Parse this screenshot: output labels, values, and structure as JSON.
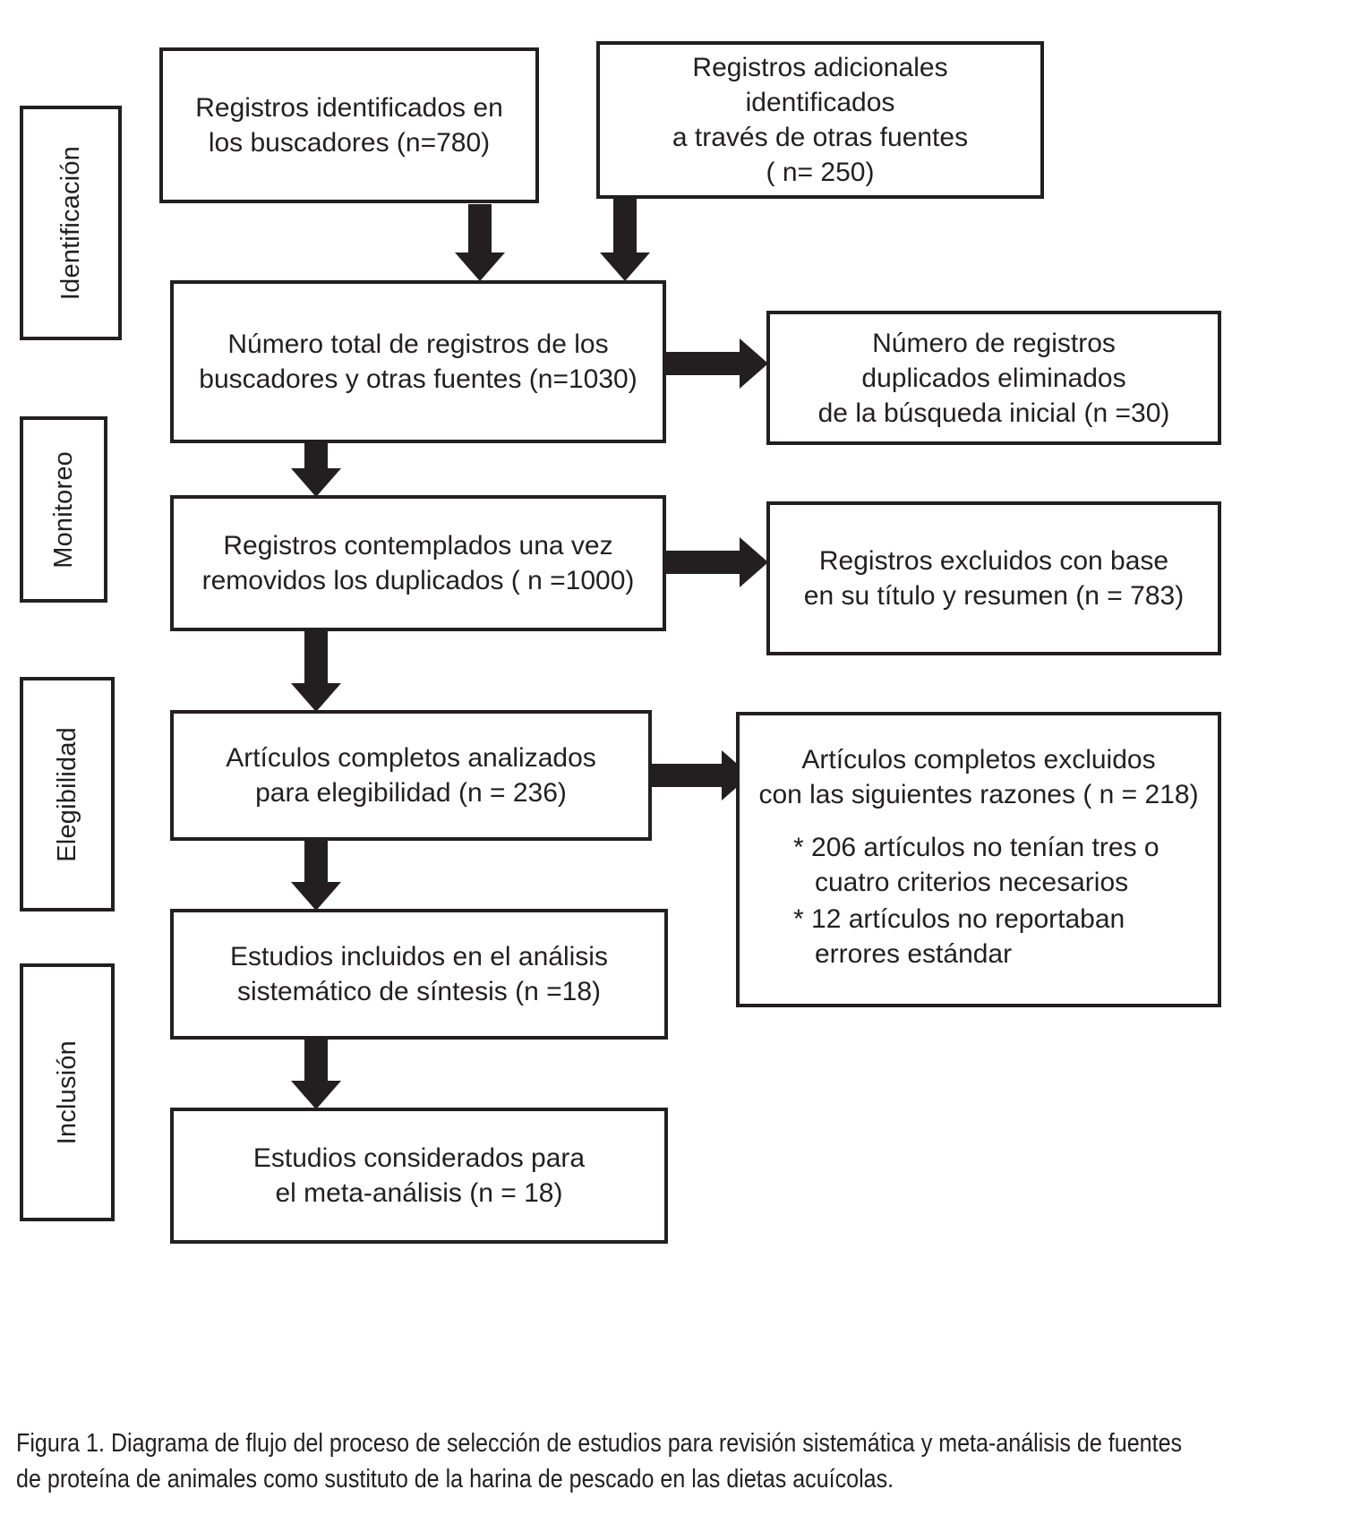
{
  "figure": {
    "caption": "Figura 1. Diagrama de flujo del proceso de selección de estudios para revisión sistemática y meta-análisis de fuentes de proteína de animales como sustituto de la harina de pescado en las dietas acuícolas."
  },
  "stages": [
    {
      "id": "identificacion",
      "label": "Identificación"
    },
    {
      "id": "monitoreo",
      "label": "Monitoreo"
    },
    {
      "id": "elegibilidad",
      "label": "Elegibilidad"
    },
    {
      "id": "inclusion",
      "label": "Inclusión"
    }
  ],
  "boxes": {
    "identified_searches": {
      "line1": "Registros identificados en",
      "line2": "los buscadores (n=780)"
    },
    "identified_other": {
      "line1": "Registros adicionales",
      "line2": "identificados",
      "line3": "a través de otras fuentes",
      "line4": "( n= 250)"
    },
    "total_records": {
      "line1": "Número total de registros de los",
      "line2": "buscadores y otras fuentes (n=1030)"
    },
    "duplicates_removed": {
      "line1": "Número de registros",
      "line2": "duplicados eliminados",
      "line3": "de la búsqueda inicial (n =30)"
    },
    "records_screened": {
      "line1": "Registros contemplados una vez",
      "line2": "removidos los duplicados ( n =1000)"
    },
    "records_excluded": {
      "line1": "Registros excluidos con base",
      "line2": "en su título y resumen (n = 783)"
    },
    "fulltext_assessed": {
      "line1": "Artículos completos analizados",
      "line2": "para elegibilidad (n = 236)"
    },
    "fulltext_excluded": {
      "line1": "Artículos completos excluidos",
      "line2": "con las siguientes razones ( n = 218)",
      "reasons": [
        "* 206 artículos no tenían tres o cuatro criterios necesarios",
        "* 12 artículos no reportaban errores estándar"
      ]
    },
    "studies_included": {
      "line1": "Estudios incluidos en el análisis",
      "line2": "sistemático de síntesis (n =18)"
    },
    "studies_metaanalysis": {
      "line1": "Estudios considerados para",
      "line2": "el meta-análisis (n = 18)"
    }
  },
  "colors": {
    "ink": "#231f20",
    "paper": "#ffffff"
  }
}
